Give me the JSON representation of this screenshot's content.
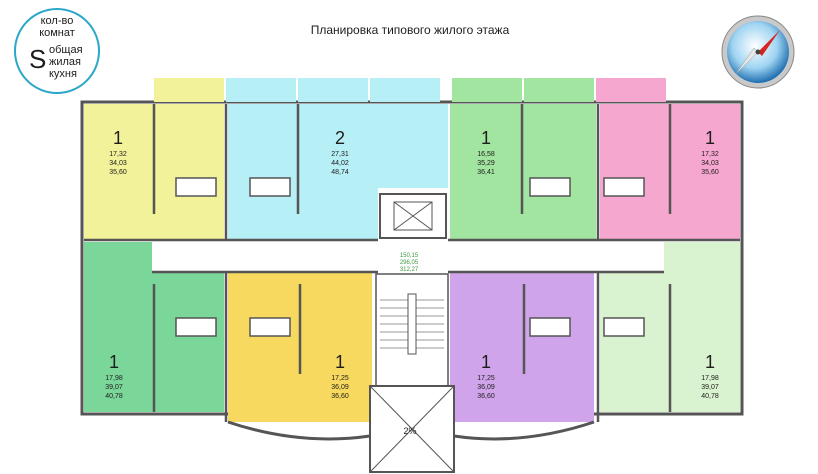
{
  "title": "Планировка типового жилого этажа",
  "legend": {
    "line1": "кол-во",
    "line2": "комнат",
    "symbol": "S",
    "total": "общая",
    "living": "жилая",
    "kitchen": "кухня"
  },
  "compass_icon": "compass-icon",
  "colors": {
    "yellow": "#f2f29a",
    "cyan": "#b6eff6",
    "green": "#a2e5a0",
    "pink": "#f6a7cf",
    "mint": "#7bd69a",
    "gold": "#f6d95e",
    "violet": "#cfa4ea",
    "palegreen": "#d9f2cf",
    "wall": "#555555"
  },
  "apartments": [
    {
      "rooms": "1",
      "kitchen": "17,32",
      "living": "34,03",
      "total": "35,60",
      "color": "#f2f29a"
    },
    {
      "rooms": "2",
      "kitchen": "27,31",
      "living": "44,02",
      "total": "48,74",
      "color": "#b6eff6"
    },
    {
      "rooms": "1",
      "kitchen": "16,58",
      "living": "35,29",
      "total": "36,41",
      "color": "#a2e5a0"
    },
    {
      "rooms": "1",
      "kitchen": "17,32",
      "living": "34,03",
      "total": "35,60",
      "color": "#f6a7cf"
    },
    {
      "rooms": "1",
      "kitchen": "17,98",
      "living": "39,07",
      "total": "40,78",
      "color": "#7bd69a"
    },
    {
      "rooms": "1",
      "kitchen": "17,25",
      "living": "36,09",
      "total": "36,60",
      "color": "#f6d95e"
    },
    {
      "rooms": "1",
      "kitchen": "17,25",
      "living": "36,09",
      "total": "36,60",
      "color": "#cfa4ea"
    },
    {
      "rooms": "1",
      "kitchen": "17,98",
      "living": "39,07",
      "total": "40,78",
      "color": "#d9f2cf"
    }
  ],
  "corridor_areas": [
    "150,15",
    "296,05",
    "312,27"
  ],
  "ramp_label": "2%"
}
